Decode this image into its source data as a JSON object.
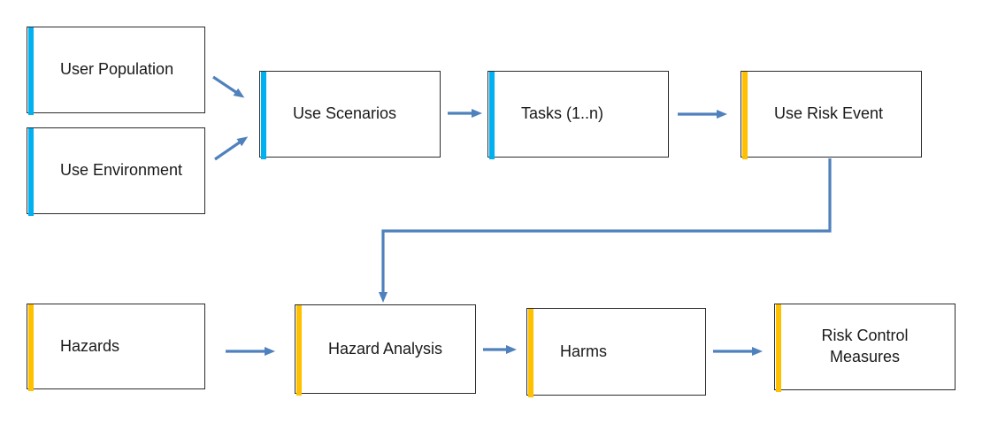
{
  "colors": {
    "accent_blue": "#00B0F0",
    "accent_gold": "#FFC000",
    "connector": "#4F81BD",
    "box_border": "#2B2B2B",
    "text": "#1A1A1A",
    "background": "#FFFFFF"
  },
  "nodes": [
    {
      "id": "user-population",
      "label": "User Population",
      "accent": "#00B0F0"
    },
    {
      "id": "use-environment",
      "label": "Use Environment",
      "accent": "#00B0F0"
    },
    {
      "id": "use-scenarios",
      "label": "Use Scenarios",
      "accent": "#00B0F0"
    },
    {
      "id": "tasks",
      "label": "Tasks (1..n)",
      "accent": "#00B0F0"
    },
    {
      "id": "use-risk-event",
      "label": "Use Risk Event",
      "accent": "#FFC000"
    },
    {
      "id": "hazards",
      "label": "Hazards",
      "accent": "#FFC000"
    },
    {
      "id": "hazard-analysis",
      "label": "Hazard Analysis",
      "accent": "#FFC000"
    },
    {
      "id": "harms",
      "label": "Harms",
      "accent": "#FFC000"
    },
    {
      "id": "risk-control-measures",
      "label": "Risk Control Measures",
      "accent": "#FFC000"
    }
  ],
  "edges": [
    {
      "from": "user-population",
      "to": "use-scenarios",
      "shape": "diagonal"
    },
    {
      "from": "use-environment",
      "to": "use-scenarios",
      "shape": "diagonal"
    },
    {
      "from": "use-scenarios",
      "to": "tasks",
      "shape": "straight"
    },
    {
      "from": "tasks",
      "to": "use-risk-event",
      "shape": "straight"
    },
    {
      "from": "use-risk-event",
      "to": "hazard-analysis",
      "shape": "elbow"
    },
    {
      "from": "hazards",
      "to": "hazard-analysis",
      "shape": "straight"
    },
    {
      "from": "hazard-analysis",
      "to": "harms",
      "shape": "straight"
    },
    {
      "from": "harms",
      "to": "risk-control-measures",
      "shape": "straight"
    }
  ]
}
